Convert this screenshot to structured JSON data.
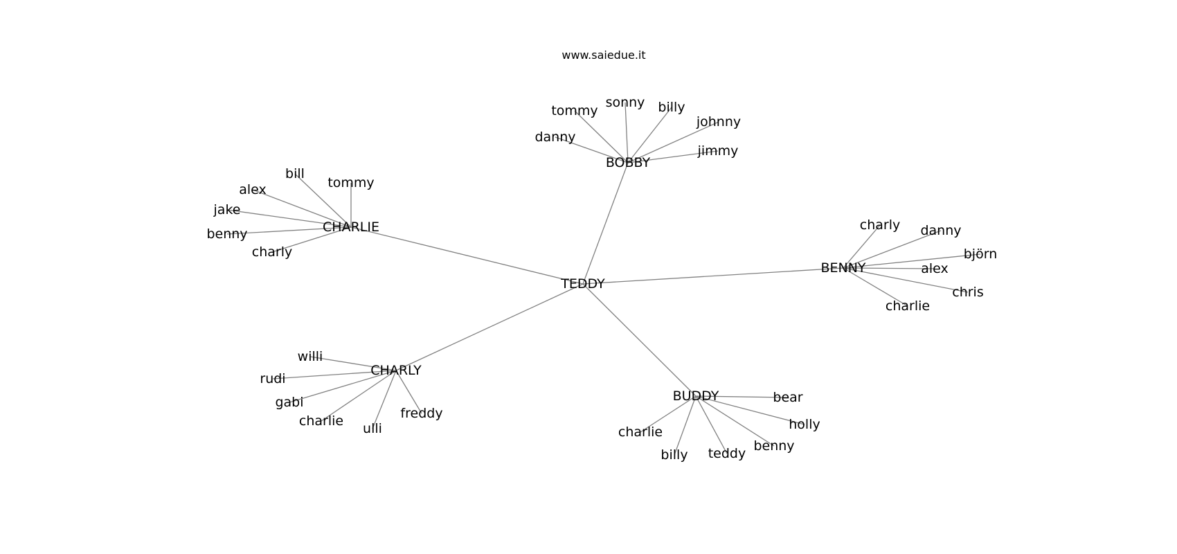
{
  "watermark": "www.saiedue.it",
  "colors": {
    "edge": "#808080",
    "label": "#000000",
    "background": "#ffffff"
  },
  "graph": {
    "root": "TEDDY",
    "hubs": [
      {
        "name": "BOBBY",
        "leaves": [
          "tommy",
          "sonny",
          "billy",
          "johnny",
          "danny",
          "jimmy"
        ]
      },
      {
        "name": "CHARLIE",
        "leaves": [
          "bill",
          "tommy",
          "alex",
          "jake",
          "benny",
          "charly"
        ]
      },
      {
        "name": "BENNY",
        "leaves": [
          "charly",
          "danny",
          "björn",
          "alex",
          "chris",
          "charlie"
        ]
      },
      {
        "name": "CHARLY",
        "leaves": [
          "willi",
          "rudi",
          "gabi",
          "charlie",
          "ulli",
          "freddy"
        ]
      },
      {
        "name": "BUDDY",
        "leaves": [
          "bear",
          "holly",
          "charlie",
          "billy",
          "teddy",
          "benny"
        ]
      }
    ]
  }
}
